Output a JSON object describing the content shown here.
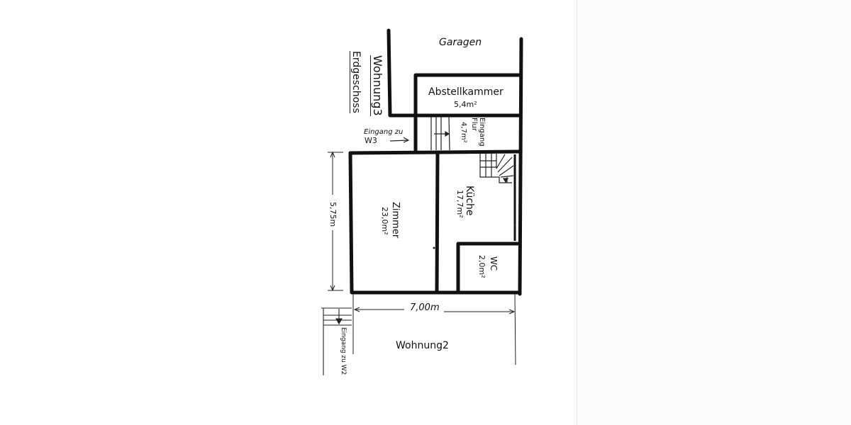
{
  "plan": {
    "outside_labels": {
      "garagen": "Garagen",
      "wohnung3": "Wohnung3",
      "erdgeschoss": "Erdgeschoss",
      "eingang_w3": "Eingang zu",
      "eingang_w3_line2": "W3",
      "wohnung2": "Wohnung2",
      "eingang_w2": "Eingang zu W2"
    },
    "rooms": [
      {
        "name": "Abstellkammer",
        "area": "5,4m²"
      },
      {
        "name": "Eingang Flur",
        "area": "4,7m²"
      },
      {
        "name": "Küche",
        "area": "17,7m²"
      },
      {
        "name": "Zimmer",
        "area": "23,0m²"
      },
      {
        "name": "WC",
        "area": "2,0m²"
      }
    ],
    "dimensions": {
      "width": "7,00m",
      "height": "5,75m"
    }
  }
}
